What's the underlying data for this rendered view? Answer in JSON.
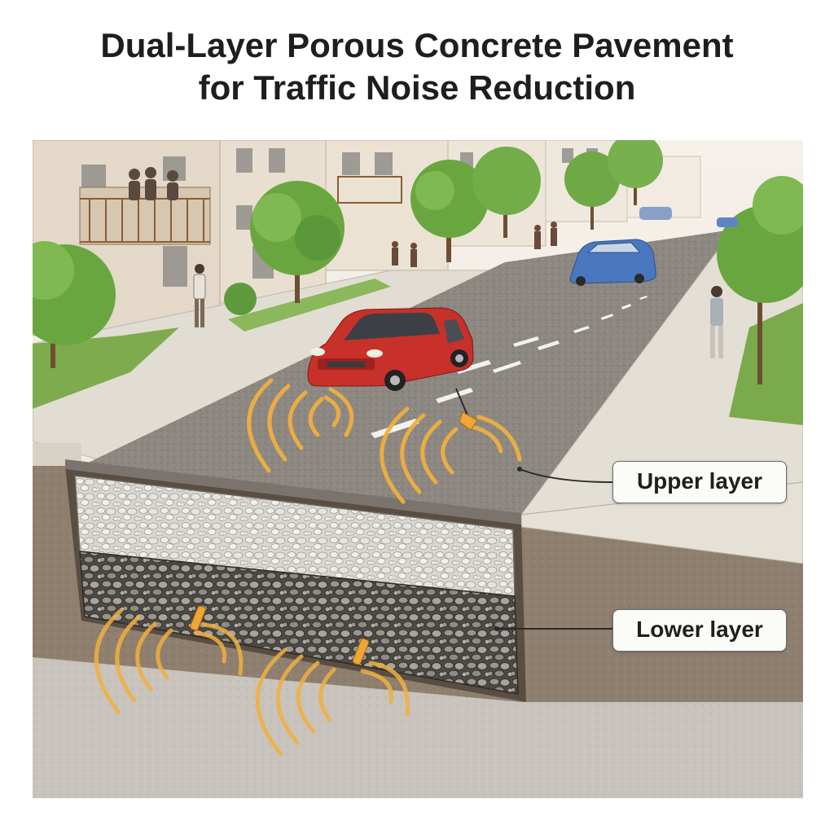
{
  "title": {
    "line1": "Dual-Layer Porous Concrete Pavement",
    "line2": "for Traffic Noise Reduction"
  },
  "labels": {
    "upper": "Upper layer",
    "lower": "Lower layer"
  },
  "colors": {
    "sound_wave": "#f0b040",
    "upper_layer": "#d8d6d0",
    "lower_layer": "#6e6b66",
    "asphalt": "#8c8580",
    "red_car": "#c8302a",
    "blue_car": "#4a78c0",
    "tree": "#6aa640"
  },
  "icons": [
    "sound-wave-icon",
    "microphone-icon"
  ]
}
